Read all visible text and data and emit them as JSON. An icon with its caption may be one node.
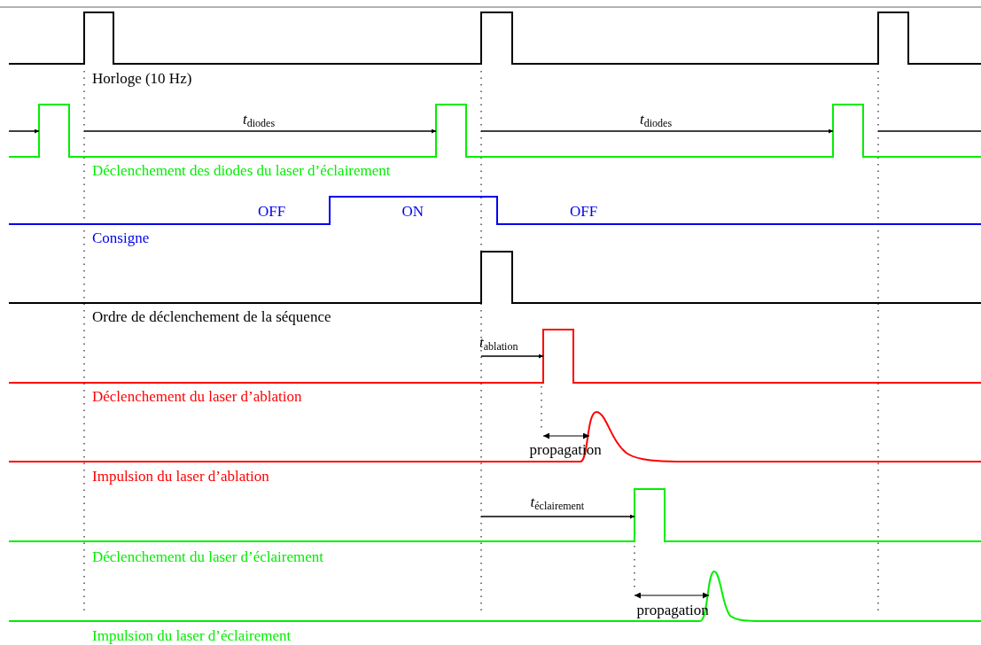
{
  "diagram": {
    "labels": [
      "Horloge (10 Hz)",
      "*t*$_{diodes}$",
      "*t*$_{diodes}$",
      "Déclenchement des diodes du laser d’éclairement",
      "OFF",
      "ON",
      "OFF",
      "Consigne",
      "Ordre de déclenchement de la séquence",
      "*t*$_{ablation}$",
      "Déclenchement du laser d’ablation",
      "propagation",
      "Impulsion du laser d’ablation",
      "*t*$_{éclairement}$",
      "Déclenchement du laser d’éclairement",
      "propagation",
      "Impulsion du laser d’éclairement"
    ]
  }
}
